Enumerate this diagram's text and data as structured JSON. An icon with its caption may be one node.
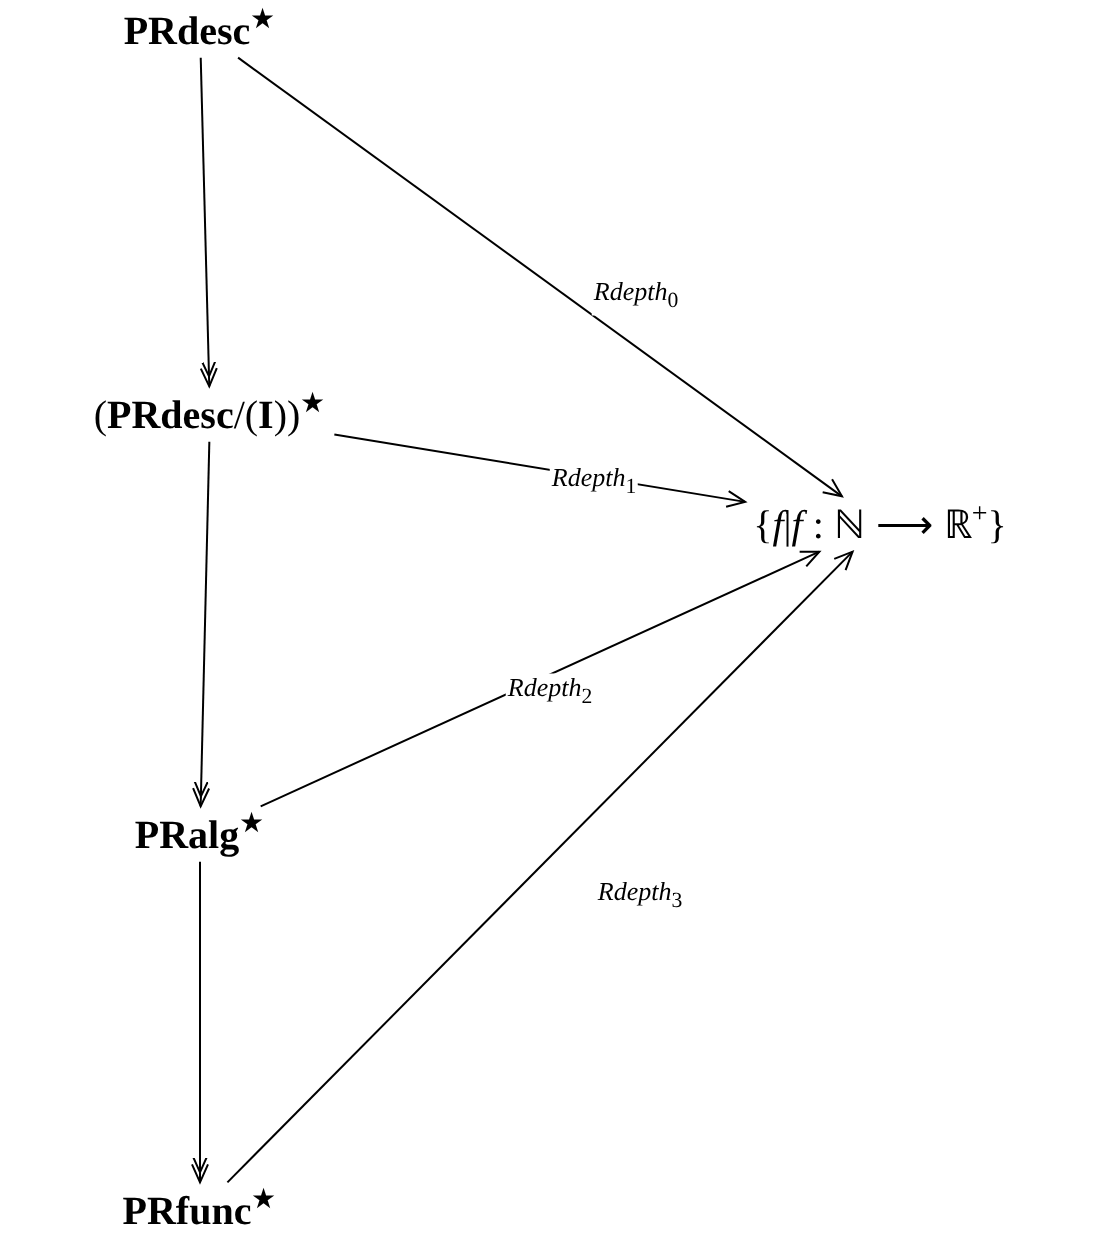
{
  "diagram": {
    "nodes": [
      {
        "text": [
          "**PRdesc**$^{★}$"
        ]
      },
      {
        "text": [
          "(**PRdesc**/(**I**))$^{★}$"
        ]
      },
      {
        "text": [
          "**PRalg**$^{★}$"
        ]
      },
      {
        "text": [
          "**PRfunc**$^{★}$"
        ]
      },
      {
        "text": [
          "{*f*|*f* : ℕ ⟶ ℝ$^{+}$}"
        ]
      }
    ],
    "edges": [
      {
        "from": 0,
        "to": 1,
        "arrow": "to"
      },
      {
        "from": 1,
        "to": 2,
        "arrow": "to"
      },
      {
        "from": 2,
        "to": 3,
        "arrow": "to"
      },
      {
        "from": 0,
        "to": 4,
        "arrow": "to",
        "label": "*Rdepth*$_{0}$"
      },
      {
        "from": 1,
        "to": 4,
        "arrow": "to",
        "label": "*Rdepth*$_{1}$"
      },
      {
        "from": 2,
        "to": 4,
        "arrow": "to",
        "label": "*Rdepth*$_{2}$"
      },
      {
        "from": 3,
        "to": 4,
        "arrow": "to",
        "label": "*Rdepth*$_{3}$"
      }
    ]
  }
}
